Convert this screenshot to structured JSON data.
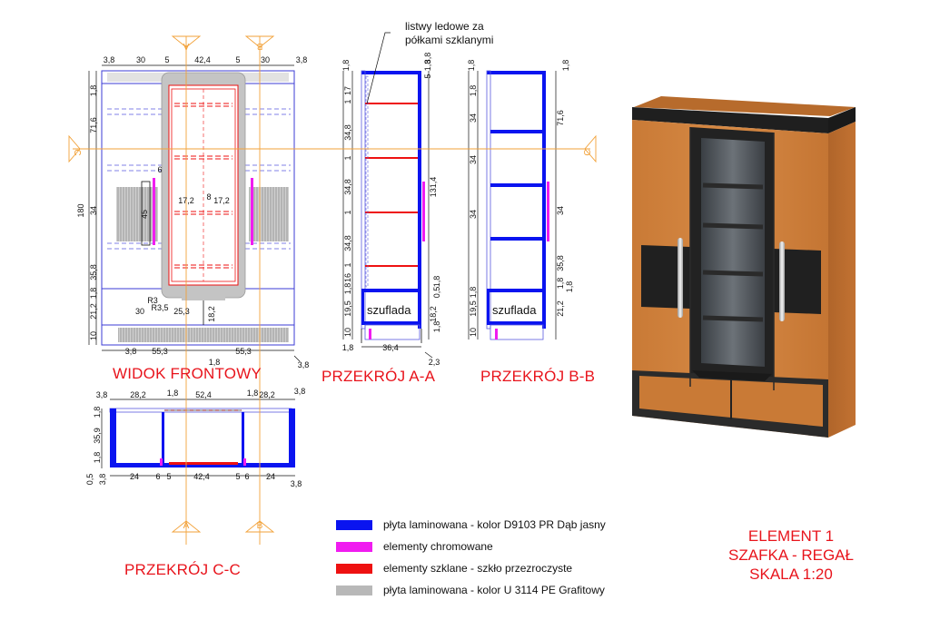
{
  "views": {
    "front_title": "WIDOK FRONTOWY",
    "section_aa_title": "PRZEKRÓJ A-A",
    "section_bb_title": "PRZEKRÓJ B-B",
    "section_cc_title": "PRZEKRÓJ C-C"
  },
  "element": {
    "line1": "ELEMENT 1",
    "line2": "SZAFKA - REGAŁ",
    "line3": "SKALA 1:20"
  },
  "note": {
    "line1": "listwy ledowe za",
    "line2": "półkami szklanymi"
  },
  "drawer_label": "szuflada",
  "section_markers": {
    "a": "A",
    "b": "B",
    "c": "C"
  },
  "legend": [
    {
      "label": "płyta laminowana - kolor D9103 PR Dąb jasny",
      "color": "#0a14f0"
    },
    {
      "label": "elementy chromowane",
      "color": "#f01cf0"
    },
    {
      "label": "elementy szklane - szkło przezroczyste",
      "color": "#ee1111"
    },
    {
      "label": "płyta laminowana - kolor U 3114 PE Grafitowy",
      "color": "#b8b8b8"
    }
  ],
  "dims": {
    "front_top": [
      "3,8",
      "30",
      "5",
      "42,4",
      "5",
      "30",
      "3,8"
    ],
    "front_left": [
      "1,8",
      "71,6",
      "34",
      "35,8",
      "1,8",
      "21,2",
      "10"
    ],
    "front_total_height": "180",
    "front_bottom": [
      "3,8",
      "55,3",
      "55,3"
    ],
    "front_bottom_right": "1,8",
    "front_bottom_corner": "3,8",
    "front_middle": [
      "17,2",
      "8",
      "17,2"
    ],
    "front_handle_offset": "6",
    "front_handle_length": "45",
    "front_drawer_row": [
      "30",
      "25,3",
      "18,2"
    ],
    "front_radii": [
      "R3",
      "R3,5"
    ],
    "aa_top": [
      "1,8",
      "3,8",
      "5",
      "1,8"
    ],
    "aa_left": [
      "17",
      "1",
      "34,8",
      "1",
      "34,8",
      "1",
      "34,8",
      "1",
      "16",
      "1,8",
      "19,5",
      "10"
    ],
    "aa_right": [
      "131,4",
      "1,8",
      "0,5",
      "18,2",
      "1,8"
    ],
    "aa_bottom": [
      "1,8",
      "36,4"
    ],
    "aa_bottom_right": "2,3",
    "bb_top": [
      "1,8",
      "1,8"
    ],
    "bb_left": [
      "1,8",
      "34",
      "34",
      "34",
      "1,8",
      "19,5",
      "10"
    ],
    "bb_right": [
      "71,6",
      "34",
      "35,8",
      "1,8",
      "21,2",
      "1,8"
    ],
    "cc_top": [
      "3,8",
      "28,2",
      "1,8",
      "52,4",
      "1,8",
      "28,2",
      "3,8"
    ],
    "cc_left": [
      "1,8",
      "35,9",
      "1,8",
      "0,5",
      "3,8"
    ],
    "cc_bottom": [
      "24",
      "6",
      "5",
      "42,4",
      "5",
      "6",
      "24"
    ],
    "cc_bottom_corner": "3,8"
  }
}
